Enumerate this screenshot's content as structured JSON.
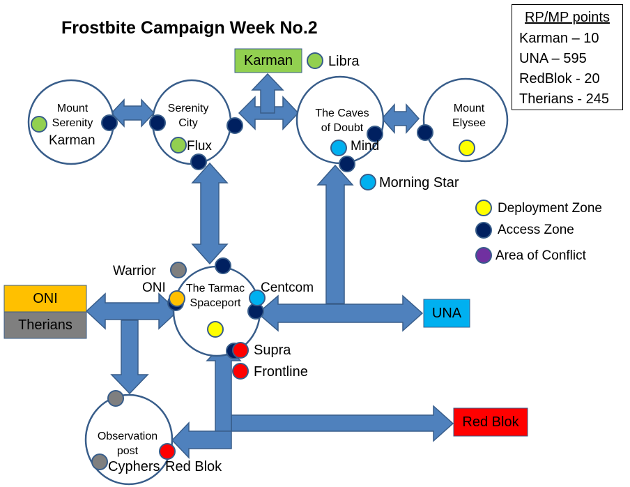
{
  "title": "Frostbite Campaign Week No.2",
  "points": {
    "title": "RP/MP points",
    "rows": [
      "Karman – 10",
      "UNA – 595",
      "RedBlok - 20",
      "Therians - 245"
    ]
  },
  "legend": {
    "deployment": "Deployment Zone",
    "access": "Access Zone",
    "conflict": "Area of Conflict"
  },
  "nodes": {
    "mount_serenity": [
      "Mount",
      "Serenity"
    ],
    "serenity_city": [
      "Serenity",
      "City"
    ],
    "caves": [
      "The Caves",
      "of Doubt"
    ],
    "mount_elysee": [
      "Mount",
      "Elysee"
    ],
    "tarmac": [
      "The Tarmac",
      "Spaceport"
    ],
    "observation": [
      "Observation",
      "post"
    ]
  },
  "factions": {
    "karman": "Karman",
    "una": "UNA",
    "red_blok": "Red Blok",
    "oni": "ONI",
    "therians": "Therians"
  },
  "units": {
    "libra": "Libra",
    "karman": "Karman",
    "flux": "Flux",
    "mind": "Mind",
    "morning_star": "Morning Star",
    "warrior": "Warrior",
    "oni": "ONI",
    "centcom": "Centcom",
    "supra": "Supra",
    "frontline": "Frontline",
    "cyphers": "Cyphers",
    "red_blok": "Red Blok"
  },
  "colors": {
    "arrow": "#4f81bd",
    "arrow_edge": "#385d8a",
    "node_border": "#385d8a",
    "deployment": "#ffff00",
    "access": "#002060",
    "conflict": "#7030a0",
    "karman": "#92d050",
    "una": "#00b0f0",
    "red_blok": "#ff0000",
    "oni": "#ffc000",
    "therians": "#7f7f7f"
  }
}
